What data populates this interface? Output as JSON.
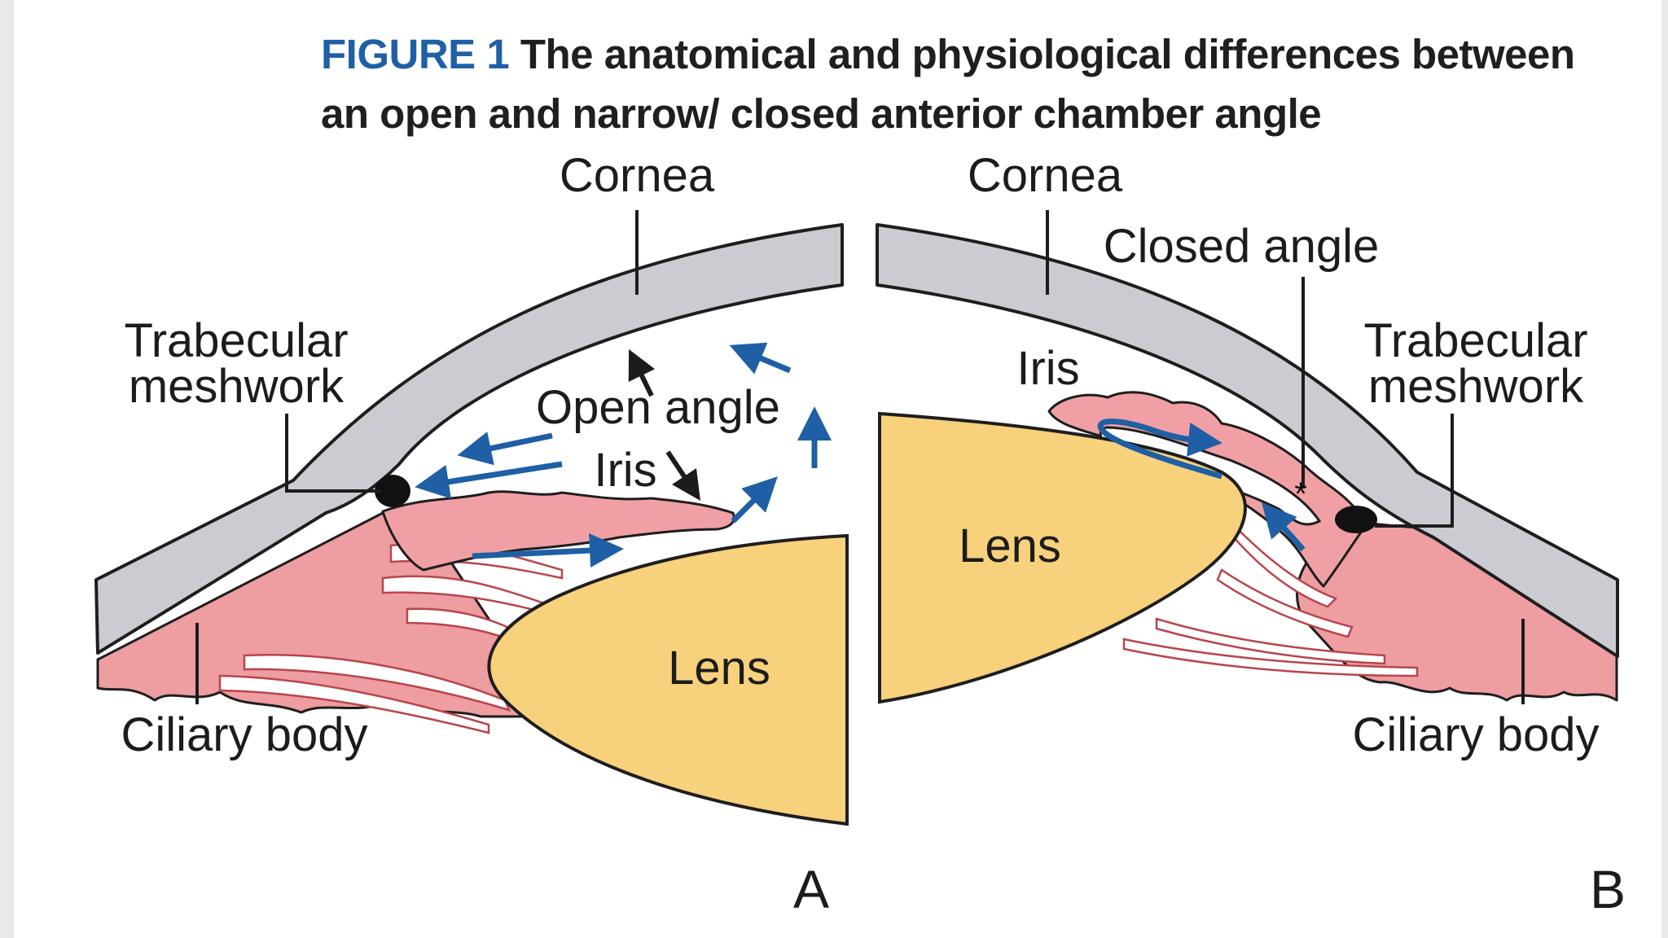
{
  "caption": {
    "figure_number": "FIGURE 1",
    "title": "The anatomical and physiological differences between an open and narrow/ closed anterior chamber angle"
  },
  "panel_a": {
    "letter": "A",
    "labels": {
      "cornea": "Cornea",
      "trabecular_line1": "Trabecular",
      "trabecular_line2": "meshwork",
      "open_angle": "Open angle",
      "iris": "Iris",
      "lens": "Lens",
      "ciliary_body": "Ciliary body"
    }
  },
  "panel_b": {
    "letter": "B",
    "labels": {
      "cornea": "Cornea",
      "closed_angle": "Closed angle",
      "iris": "Iris",
      "trabecular_line1": "Trabecular",
      "trabecular_line2": "meshwork",
      "lens": "Lens",
      "ciliary_body": "Ciliary body",
      "star": "*"
    }
  },
  "colors": {
    "cornea": "#cbccd1",
    "iris_ciliary": "#ee9da1",
    "lens": "#f8d17c",
    "aqueous_flow_arrows": "#1f5fa6",
    "figure_number": "#1f5fa6"
  }
}
